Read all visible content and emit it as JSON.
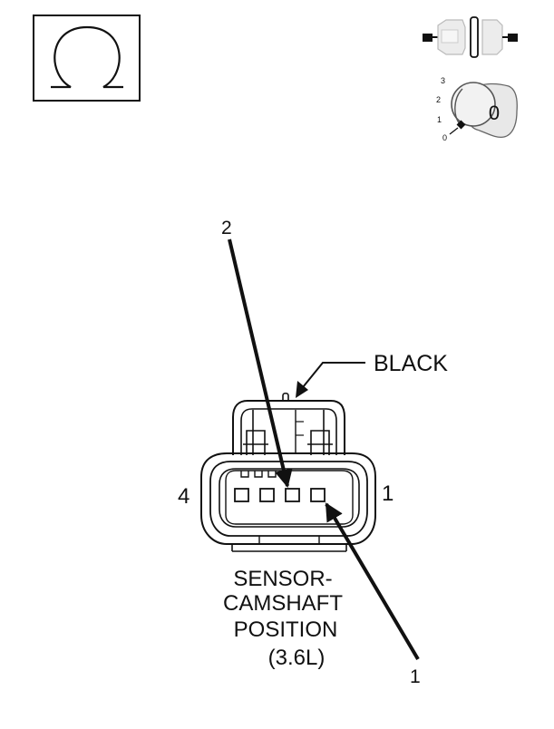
{
  "colors": {
    "ink": "#111111",
    "background": "#ffffff",
    "shade": "#e8e8e8"
  },
  "icons": {
    "ohm": "ohm-symbol-icon",
    "connector": "disconnected-connector-icon",
    "ignition": "ignition-key-off-icon"
  },
  "ignition": {
    "positions": [
      "3",
      "2",
      "1",
      "0"
    ],
    "key_label": "0"
  },
  "connector": {
    "color_label": "BLACK",
    "pin_label_left": "4",
    "pin_label_right": "1",
    "callout_top": "2",
    "callout_bottom": "1"
  },
  "caption": {
    "line1": "SENSOR-",
    "line2": "CAMSHAFT",
    "line3": "POSITION",
    "line4": "(3.6L)"
  }
}
